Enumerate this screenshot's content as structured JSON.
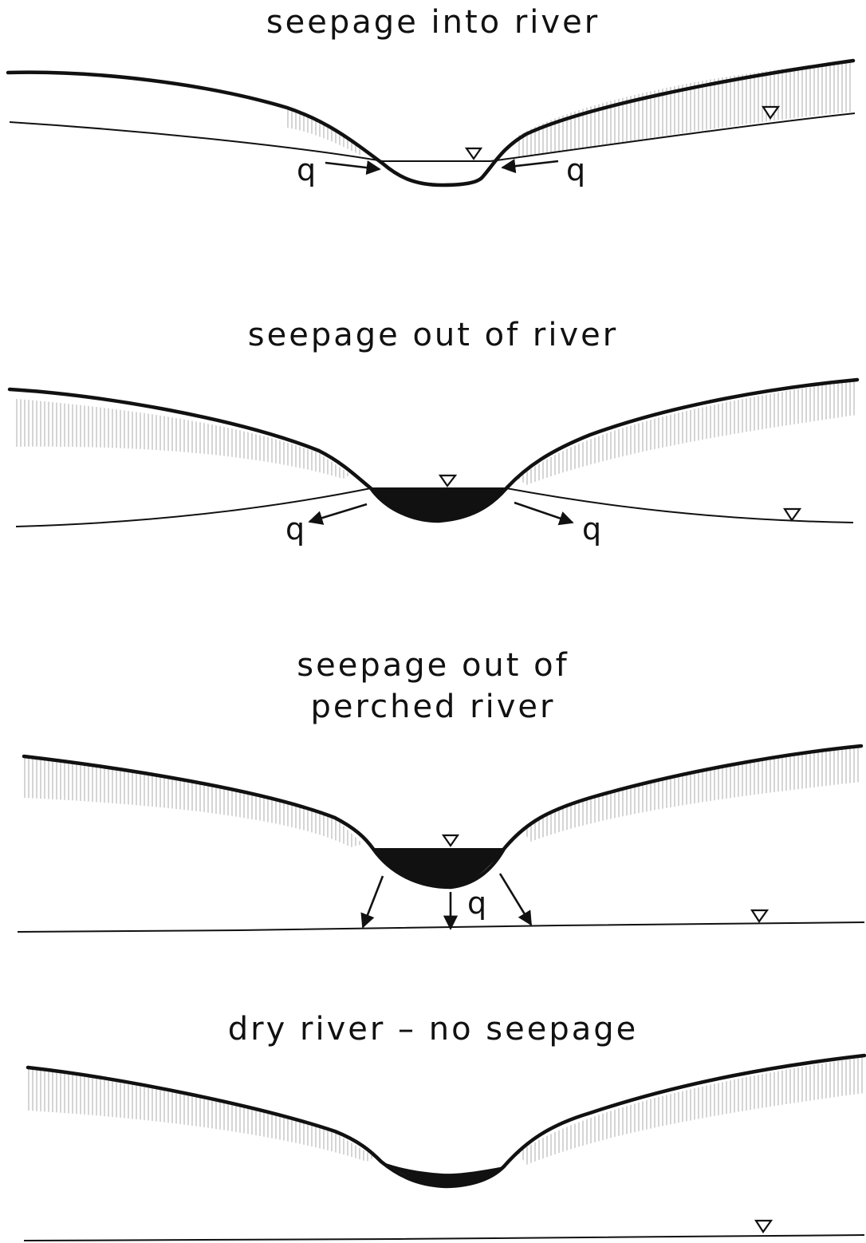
{
  "panels": [
    {
      "title": "seepage into river",
      "q_label": "q"
    },
    {
      "title": "seepage out of river",
      "q_label": "q"
    },
    {
      "title_line1": "seepage out of",
      "title_line2": "perched river",
      "q_label": "q"
    },
    {
      "title": "dry river  –  no seepage"
    }
  ]
}
